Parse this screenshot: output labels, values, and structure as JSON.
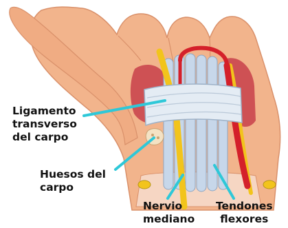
{
  "labels": {
    "ligamento": [
      "Ligamento",
      "transverso",
      "del carpo"
    ],
    "huesos": [
      "Huesos del",
      "carpo"
    ],
    "nervio": [
      "Nervio",
      "mediano"
    ],
    "tendones": [
      "Tendones",
      "flexores"
    ]
  },
  "colors": {
    "skin": "#f2b48c",
    "skin_shadow": "#d9906a",
    "muscle": "#c8404a",
    "ligament": "#e4ecf4",
    "tendon": "#c7d7ea",
    "nerve": "#f2c41c",
    "artery": "#d4202a",
    "pointer": "#2ec8d8"
  }
}
